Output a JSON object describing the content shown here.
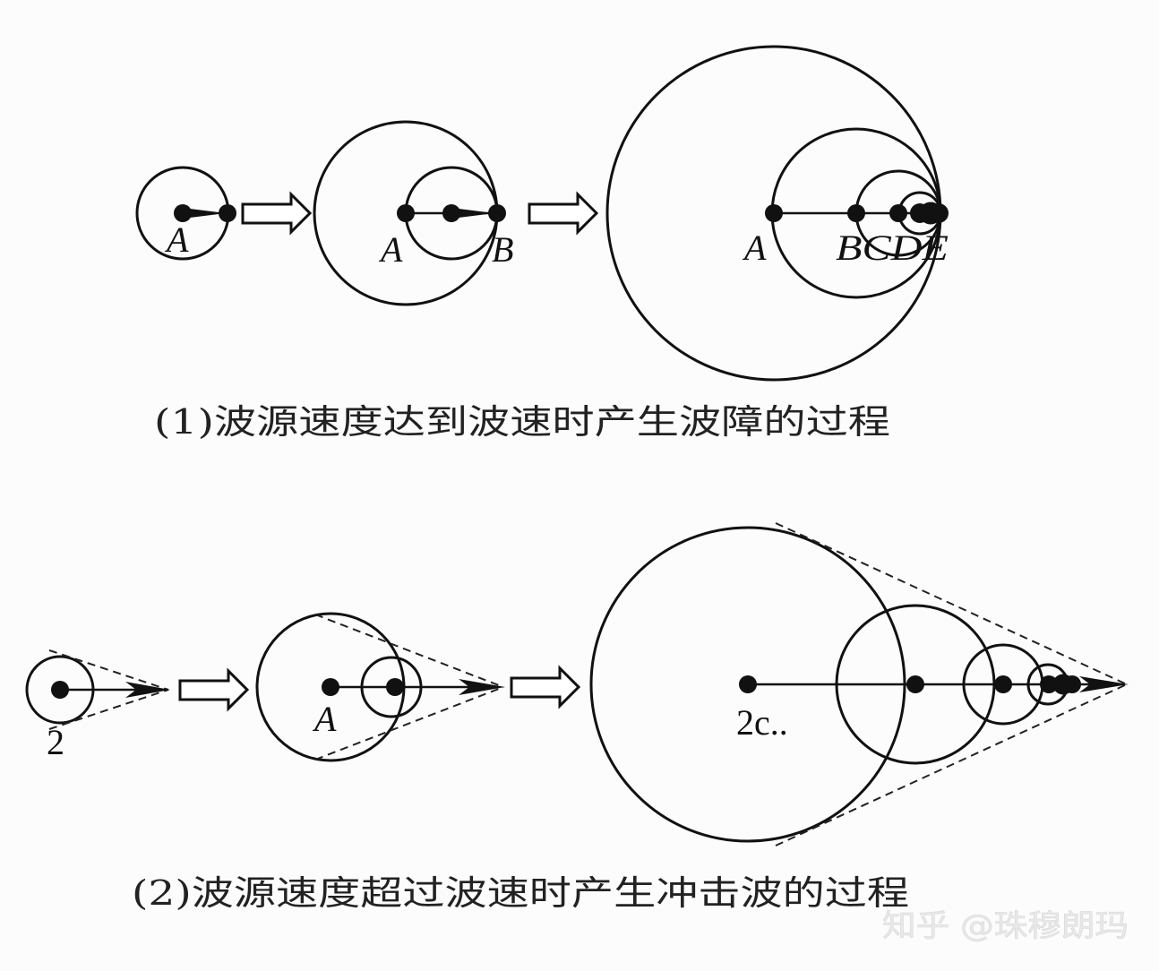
{
  "part1": {
    "caption": "(1)波源速度达到波速时产生波障的过程",
    "stage1": {
      "label_a": "A"
    },
    "stage2": {
      "label_a": "A",
      "label_b": "B"
    },
    "stage3": {
      "label_a": "A",
      "label_bcde": "BCDE"
    }
  },
  "part2": {
    "caption": "(2)波源速度超过波速时产生冲击波的过程",
    "stage1": {
      "label": "2"
    },
    "stage2": {
      "label_a": "A"
    },
    "stage3": {
      "label": "2c.."
    }
  },
  "watermark": "知乎 @珠穆朗玛"
}
